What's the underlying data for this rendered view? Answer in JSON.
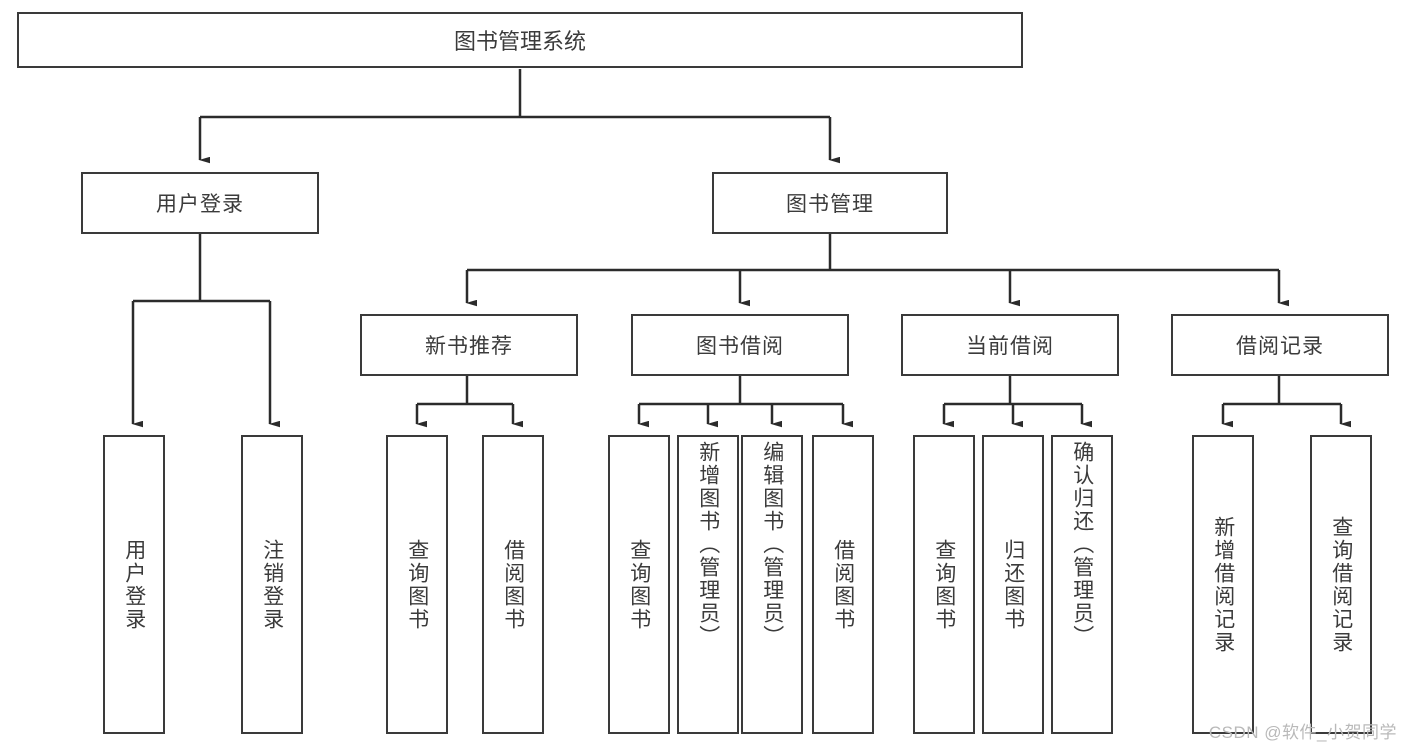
{
  "diagram": {
    "title": "图书管理系统",
    "type": "tree-hierarchy",
    "root": {
      "label": "图书管理系统"
    },
    "level1": [
      {
        "label": "用户登录"
      },
      {
        "label": "图书管理"
      }
    ],
    "level2": [
      {
        "label": "新书推荐",
        "parent": "图书管理"
      },
      {
        "label": "图书借阅",
        "parent": "图书管理"
      },
      {
        "label": "当前借阅",
        "parent": "图书管理"
      },
      {
        "label": "借阅记录",
        "parent": "图书管理"
      }
    ],
    "leaves": [
      {
        "label": "用户登录",
        "parent": "用户登录"
      },
      {
        "label": "注销登录",
        "parent": "用户登录"
      },
      {
        "label": "查询图书",
        "parent": "新书推荐"
      },
      {
        "label": "借阅图书",
        "parent": "新书推荐"
      },
      {
        "label": "查询图书",
        "parent": "图书借阅"
      },
      {
        "label": "新增图书（管理员）",
        "parent": "图书借阅"
      },
      {
        "label": "编辑图书（管理员）",
        "parent": "图书借阅"
      },
      {
        "label": "借阅图书",
        "parent": "图书借阅"
      },
      {
        "label": "查询图书",
        "parent": "当前借阅"
      },
      {
        "label": "归还图书",
        "parent": "当前借阅"
      },
      {
        "label": "确认归还（管理员）",
        "parent": "当前借阅"
      },
      {
        "label": "新增借阅记录",
        "parent": "借阅记录"
      },
      {
        "label": "查询借阅记录",
        "parent": "借阅记录"
      }
    ]
  },
  "watermark": {
    "text": "CSDN @软件_小贺同学"
  },
  "colors": {
    "box_border": "#3a3a3a",
    "box_fill": "#ffffff",
    "text": "#3b3b3b",
    "connector": "#2b2b2b",
    "watermark": "#b9b9b9",
    "background": "#ffffff"
  }
}
